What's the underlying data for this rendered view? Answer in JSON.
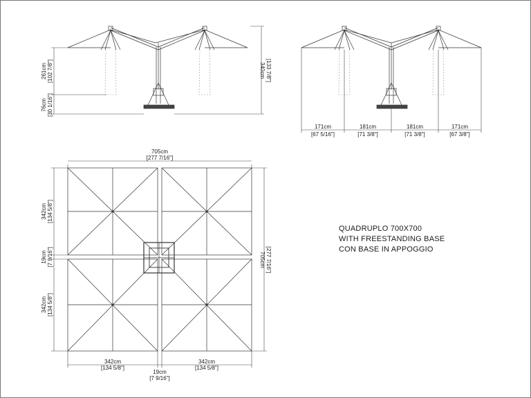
{
  "title": {
    "lines": [
      "QUADRUPLO 700X700",
      "WITH FREESTANDING BASE",
      "CON BASE IN APPOGGIO"
    ]
  },
  "side_view": {
    "height_canopy": {
      "cm": "261cm",
      "in": "[102 7/8\"]"
    },
    "height_clear": {
      "cm": "76cm",
      "in": "[30 1/16\"]"
    },
    "height_total": {
      "cm": "340cm",
      "in": "[133 7/8\"]"
    }
  },
  "front_view": {
    "spans": [
      {
        "cm": "171cm",
        "in": "[67 5/16\"]"
      },
      {
        "cm": "181cm",
        "in": "[71 3/8\"]"
      },
      {
        "cm": "181cm",
        "in": "[71 3/8\"]"
      },
      {
        "cm": "171cm",
        "in": "[67 3/8\"]"
      }
    ]
  },
  "plan_view": {
    "width_total": {
      "cm": "705cm",
      "in": "[277 7/16\"]"
    },
    "height_total": {
      "cm": "705cm",
      "in": "[277 7/16\"]"
    },
    "top_panel": {
      "cm": "342cm",
      "in": "[134 5/8\"]"
    },
    "gap": {
      "cm": "19cm",
      "in": "[7 9/16\"]"
    },
    "bottom_panel": {
      "cm": "342cm",
      "in": "[134 5/8\"]"
    },
    "bottom_left": {
      "cm": "342cm",
      "in": "[134 5/8\"]"
    },
    "bottom_right": {
      "cm": "342cm",
      "in": "[134 5/8\"]"
    },
    "bottom_gap": {
      "cm": "19cm",
      "in": "[7 9/16\"]"
    }
  },
  "colors": {
    "line": "#333333",
    "frame": "#777777",
    "dash": "#999999"
  }
}
